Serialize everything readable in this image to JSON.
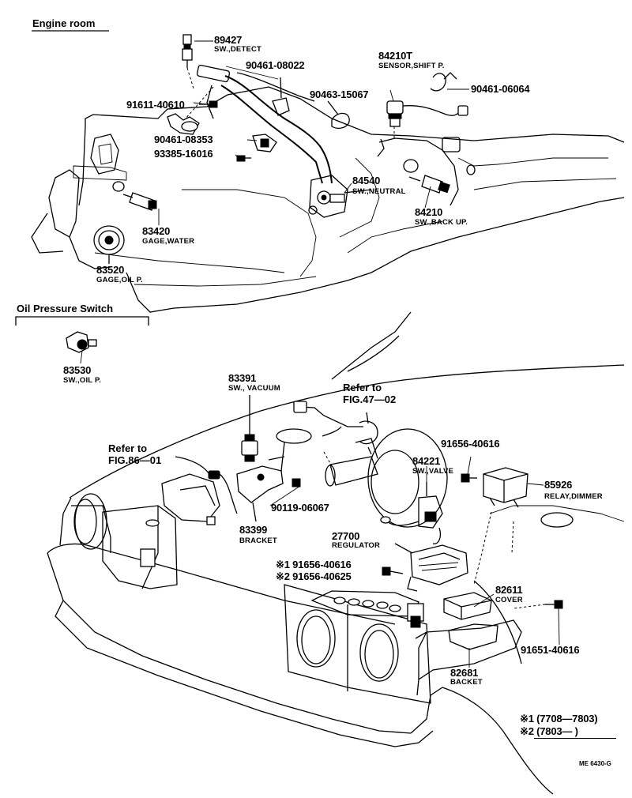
{
  "sections": {
    "engine_room": "Engine room",
    "oil_pressure_switch": "Oil Pressure Switch"
  },
  "parts": [
    {
      "id": "p89427",
      "number": "89427",
      "name": "SW.,DETECT"
    },
    {
      "id": "p90461_08022",
      "number": "90461-08022",
      "name": ""
    },
    {
      "id": "p84210T",
      "number": "84210T",
      "name": "SENSOR,SHIFT P."
    },
    {
      "id": "p90461_06064",
      "number": "90461-06064",
      "name": ""
    },
    {
      "id": "p91611_40610",
      "number": "91611-40610",
      "name": ""
    },
    {
      "id": "p90463_15067",
      "number": "90463-15067",
      "name": ""
    },
    {
      "id": "p90461_08353",
      "number": "90461-08353",
      "name": ""
    },
    {
      "id": "p93385_16016",
      "number": "93385-16016",
      "name": ""
    },
    {
      "id": "p84540",
      "number": "84540",
      "name": "SW.,NEUTRAL"
    },
    {
      "id": "p84210",
      "number": "84210",
      "name": "SW.,BACK UP."
    },
    {
      "id": "p83420",
      "number": "83420",
      "name": "GAGE,WATER"
    },
    {
      "id": "p83520",
      "number": "83520",
      "name": "GAGE,OIL P."
    },
    {
      "id": "p83530",
      "number": "83530",
      "name": "SW.,OIL P."
    },
    {
      "id": "p83391",
      "number": "83391",
      "name": "SW., VACUUM"
    },
    {
      "id": "p91656_40616a",
      "number": "91656-40616",
      "name": ""
    },
    {
      "id": "p84221",
      "number": "84221",
      "name": "SW.,VALVE"
    },
    {
      "id": "p85926",
      "number": "85926",
      "name": "RELAY,DIMMER"
    },
    {
      "id": "p90119_06067",
      "number": "90119-06067",
      "name": ""
    },
    {
      "id": "p83399",
      "number": "83399",
      "name": "BRACKET"
    },
    {
      "id": "p27700",
      "number": "27700",
      "name": "REGULATOR"
    },
    {
      "id": "p91656_40616b",
      "number": "※1 91656-40616",
      "name": ""
    },
    {
      "id": "p91656_40625",
      "number": "※2 91656-40625",
      "name": ""
    },
    {
      "id": "p82611",
      "number": "82611",
      "name": "COVER"
    },
    {
      "id": "p91651_40616",
      "number": "91651-40616",
      "name": ""
    },
    {
      "id": "p82681",
      "number": "82681",
      "name": "BACKET"
    }
  ],
  "references": {
    "fig47_refer": "Refer to",
    "fig47_fig": "FIG.47—02",
    "fig86_refer": "Refer to",
    "fig86_fig": "FIG.86—01"
  },
  "notes": {
    "note1": "※1 (7708—7803)",
    "note2": "※2 (7803—        )"
  },
  "drawing_code": "ME  6430-G"
}
